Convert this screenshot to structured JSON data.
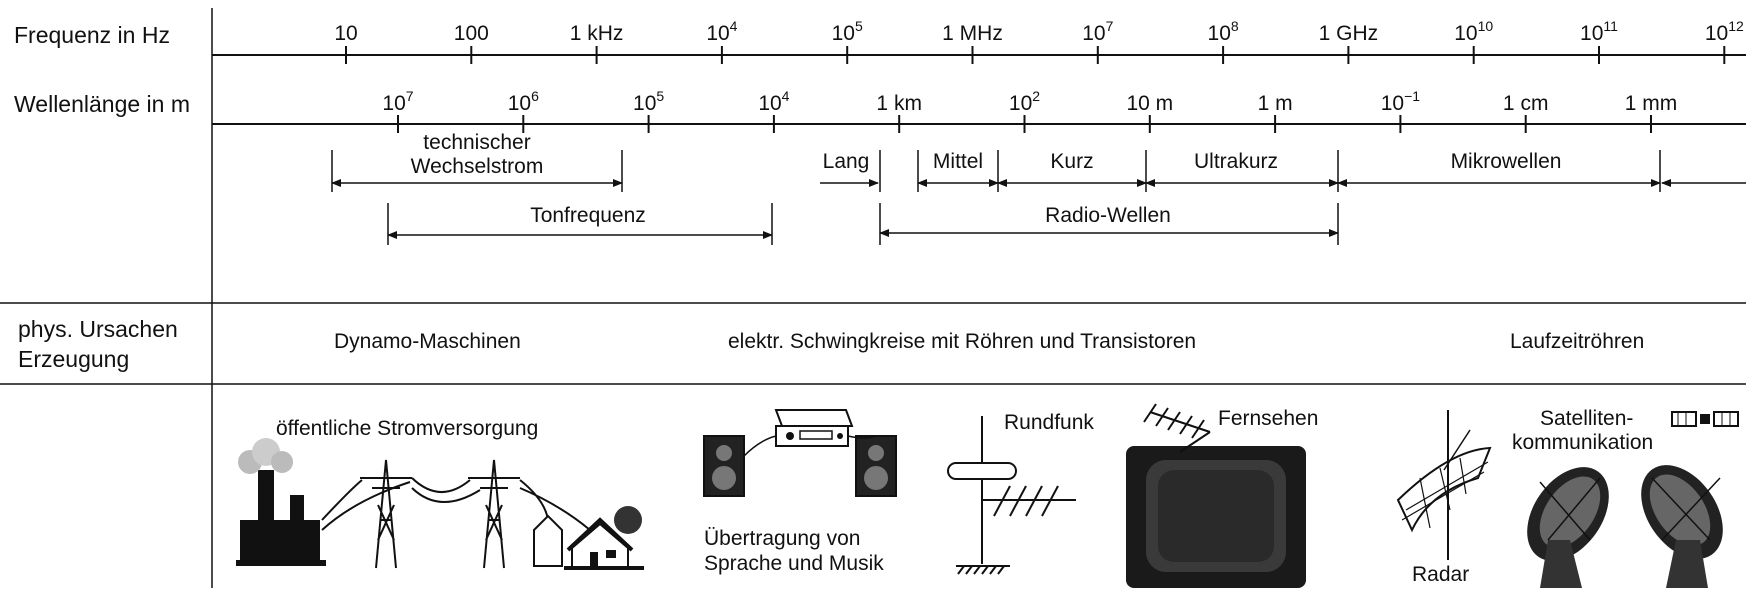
{
  "rows": {
    "frequency_label": "Frequenz in Hz",
    "wavelength_label": "Wellenlänge in m",
    "causes_label_1": "phys. Ursachen",
    "causes_label_2": "Erzeugung"
  },
  "frequency_ticks": [
    {
      "base": "10",
      "exp": ""
    },
    {
      "base": "100",
      "exp": ""
    },
    {
      "base": "1 kHz",
      "exp": ""
    },
    {
      "base": "10",
      "exp": "4"
    },
    {
      "base": "10",
      "exp": "5"
    },
    {
      "base": "1 MHz",
      "exp": ""
    },
    {
      "base": "10",
      "exp": "7"
    },
    {
      "base": "10",
      "exp": "8"
    },
    {
      "base": "1 GHz",
      "exp": ""
    },
    {
      "base": "10",
      "exp": "10"
    },
    {
      "base": "10",
      "exp": "11"
    },
    {
      "base": "10",
      "exp": "12"
    }
  ],
  "wavelength_ticks": [
    {
      "base": "10",
      "exp": "7"
    },
    {
      "base": "10",
      "exp": "6"
    },
    {
      "base": "10",
      "exp": "5"
    },
    {
      "base": "10",
      "exp": "4"
    },
    {
      "base": "1 km",
      "exp": ""
    },
    {
      "base": "10",
      "exp": "2"
    },
    {
      "base": "10 m",
      "exp": ""
    },
    {
      "base": "1 m",
      "exp": ""
    },
    {
      "base": "10",
      "exp": "−1"
    },
    {
      "base": "1 cm",
      "exp": ""
    },
    {
      "base": "1 mm",
      "exp": ""
    }
  ],
  "bands": {
    "tech_ac_1": "technischer",
    "tech_ac_2": "Wechselstrom",
    "audio": "Tonfrequenz",
    "long": "Lang",
    "medium": "Mittel",
    "short": "Kurz",
    "ultrashort": "Ultrakurz",
    "microwave": "Mikrowellen",
    "radio": "Radio-Wellen"
  },
  "sources": {
    "dynamo": "Dynamo-Maschinen",
    "oscillators": "elektr. Schwingkreise mit Röhren und Transistoren",
    "klystron": "Laufzeitröhren"
  },
  "applications": {
    "power": "öffentliche Stromversorgung",
    "audio_1": "Übertragung von",
    "audio_2": "Sprache und Musik",
    "broadcast": "Rundfunk",
    "tv": "Fernsehen",
    "radar": "Radar",
    "satellite_1": "Satelliten-",
    "satellite_2": "kommunikation"
  }
}
